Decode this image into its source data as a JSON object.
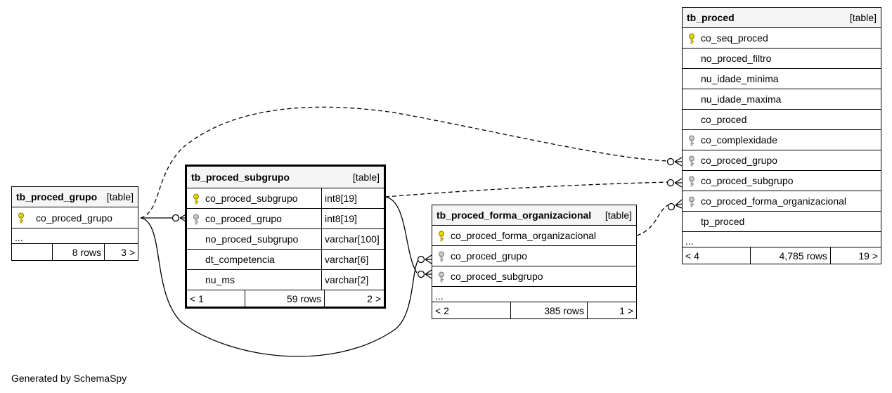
{
  "footer_text": "Generated by SchemaSpy",
  "key_colors": {
    "primary": "#e8d800",
    "foreign": "#b0b0b0"
  },
  "tables": {
    "grupo": {
      "name": "tb_proced_grupo",
      "kind": "[table]",
      "columns": [
        {
          "name": "co_proced_grupo",
          "key": "primary"
        }
      ],
      "ellipsis": "...",
      "footer": {
        "parents": "",
        "rows": "8 rows",
        "children": "3 >"
      }
    },
    "subgrupo": {
      "name": "tb_proced_subgrupo",
      "kind": "[table]",
      "columns": [
        {
          "name": "co_proced_subgrupo",
          "type": "int8[19]",
          "key": "primary"
        },
        {
          "name": "co_proced_grupo",
          "type": "int8[19]",
          "key": "foreign"
        },
        {
          "name": "no_proced_subgrupo",
          "type": "varchar[100]",
          "key": ""
        },
        {
          "name": "dt_competencia",
          "type": "varchar[6]",
          "key": ""
        },
        {
          "name": "nu_ms",
          "type": "varchar[2]",
          "key": ""
        }
      ],
      "footer": {
        "parents": "< 1",
        "rows": "59 rows",
        "children": "2 >"
      }
    },
    "forma": {
      "name": "tb_proced_forma_organizacional",
      "kind": "[table]",
      "columns": [
        {
          "name": "co_proced_forma_organizacional",
          "key": "primary"
        },
        {
          "name": "co_proced_grupo",
          "key": "foreign"
        },
        {
          "name": "co_proced_subgrupo",
          "key": "foreign"
        }
      ],
      "ellipsis": "...",
      "footer": {
        "parents": "< 2",
        "rows": "385 rows",
        "children": "1 >"
      }
    },
    "proced": {
      "name": "tb_proced",
      "kind": "[table]",
      "columns": [
        {
          "name": "co_seq_proced",
          "key": "primary"
        },
        {
          "name": "no_proced_filtro",
          "key": ""
        },
        {
          "name": "nu_idade_minima",
          "key": ""
        },
        {
          "name": "nu_idade_maxima",
          "key": ""
        },
        {
          "name": "co_proced",
          "key": ""
        },
        {
          "name": "co_complexidade",
          "key": "foreign"
        },
        {
          "name": "co_proced_grupo",
          "key": "foreign"
        },
        {
          "name": "co_proced_subgrupo",
          "key": "foreign"
        },
        {
          "name": "co_proced_forma_organizacional",
          "key": "foreign"
        },
        {
          "name": "tp_proced",
          "key": ""
        }
      ],
      "ellipsis": "...",
      "footer": {
        "parents": "< 4",
        "rows": "4,785 rows",
        "children": "19 >"
      }
    }
  }
}
